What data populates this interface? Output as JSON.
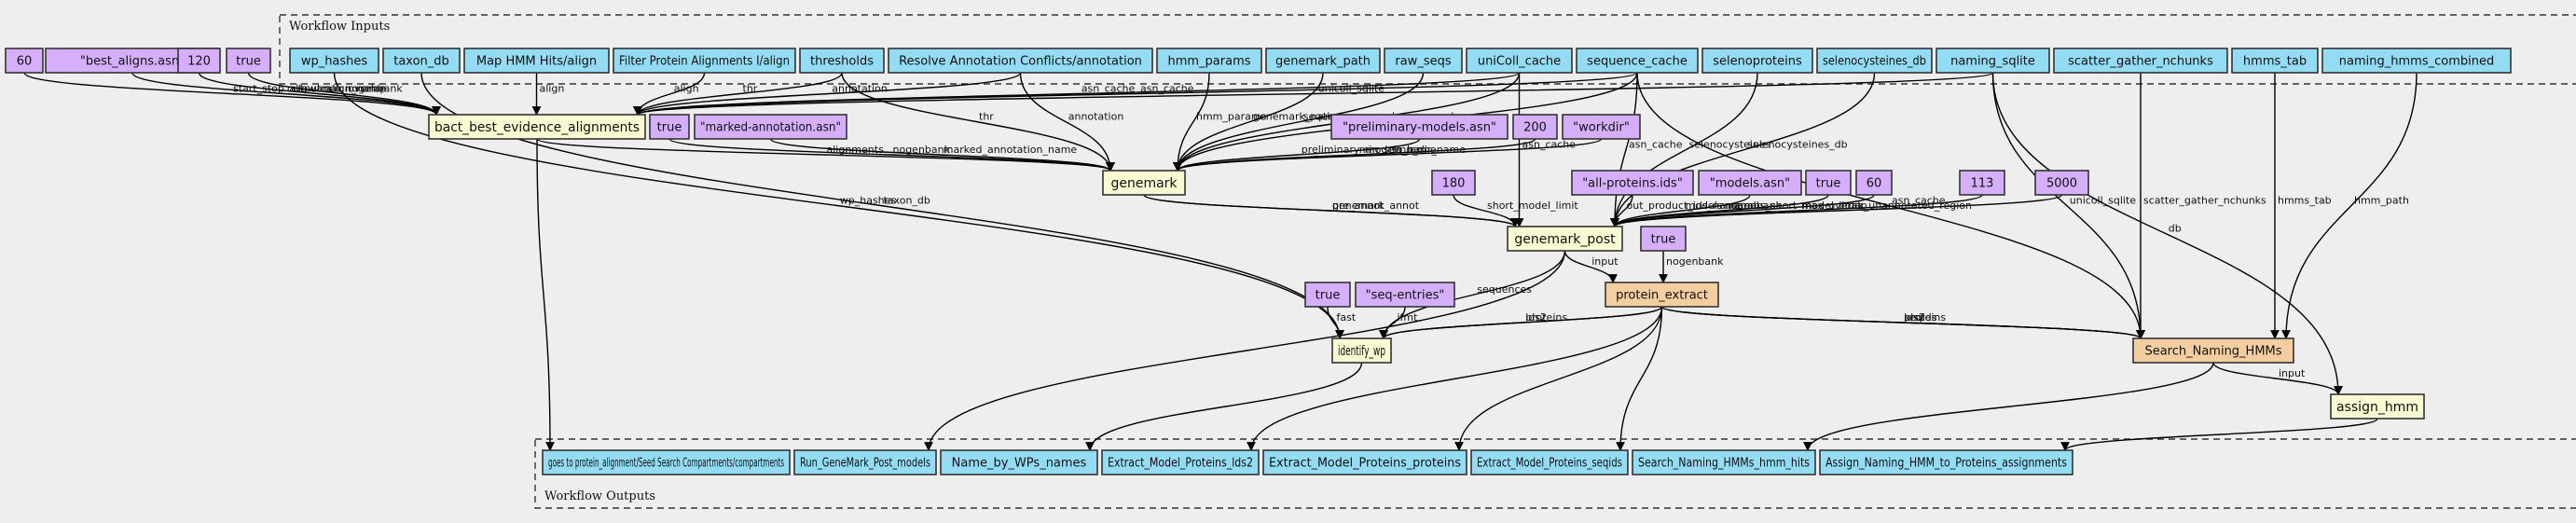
{
  "clusters": {
    "inputs": {
      "label": "Workflow Inputs"
    },
    "outputs": {
      "label": "Workflow Outputs"
    }
  },
  "colors": {
    "input": "#94dcf3",
    "const": "#d5aefc",
    "step": "#fafad2",
    "subworkflow": "#f3cea1",
    "output": "#94dcf3"
  },
  "nodes": [
    {
      "id": "c60a",
      "label": "60",
      "kind": "const"
    },
    {
      "id": "cbest",
      "label": "\"best_aligns.asn\"",
      "kind": "const"
    },
    {
      "id": "c120",
      "label": "120",
      "kind": "const"
    },
    {
      "id": "ctrue1",
      "label": "true",
      "kind": "const"
    },
    {
      "id": "wp_hashes",
      "label": "wp_hashes",
      "kind": "input"
    },
    {
      "id": "taxon_db",
      "label": "taxon_db",
      "kind": "input"
    },
    {
      "id": "maphmm",
      "label": "Map HMM Hits/align",
      "kind": "input"
    },
    {
      "id": "filterprot",
      "label": "Filter Protein Alignments I/align",
      "kind": "input"
    },
    {
      "id": "thresholds",
      "label": "thresholds",
      "kind": "input"
    },
    {
      "id": "resolve",
      "label": "Resolve Annotation Conflicts/annotation",
      "kind": "input"
    },
    {
      "id": "hmm_params",
      "label": "hmm_params",
      "kind": "input"
    },
    {
      "id": "genemark_path",
      "label": "genemark_path",
      "kind": "input"
    },
    {
      "id": "raw_seqs",
      "label": "raw_seqs",
      "kind": "input"
    },
    {
      "id": "uniColl_cache",
      "label": "uniColl_cache",
      "kind": "input"
    },
    {
      "id": "sequence_cache",
      "label": "sequence_cache",
      "kind": "input"
    },
    {
      "id": "selenoproteins",
      "label": "selenoproteins",
      "kind": "input"
    },
    {
      "id": "selenocysteines_db",
      "label": "selenocysteines_db",
      "kind": "input"
    },
    {
      "id": "naming_sqlite",
      "label": "naming_sqlite",
      "kind": "input"
    },
    {
      "id": "scatter",
      "label": "scatter_gather_nchunks",
      "kind": "input"
    },
    {
      "id": "hmms_tab",
      "label": "hmms_tab",
      "kind": "input"
    },
    {
      "id": "naming_hmms_combined",
      "label": "naming_hmms_combined",
      "kind": "input"
    },
    {
      "id": "bact",
      "label": "bact_best_evidence_alignments",
      "kind": "step"
    },
    {
      "id": "ctrue2",
      "label": "true",
      "kind": "const"
    },
    {
      "id": "cmarked",
      "label": "\"marked-annotation.asn\"",
      "kind": "const"
    },
    {
      "id": "cprelim",
      "label": "\"preliminary-models.asn\"",
      "kind": "const"
    },
    {
      "id": "c200",
      "label": "200",
      "kind": "const"
    },
    {
      "id": "cworkdir",
      "label": "\"workdir\"",
      "kind": "const"
    },
    {
      "id": "genemark",
      "label": "genemark",
      "kind": "step"
    },
    {
      "id": "c180",
      "label": "180",
      "kind": "const"
    },
    {
      "id": "callprot",
      "label": "\"all-proteins.ids\"",
      "kind": "const"
    },
    {
      "id": "cmodels",
      "label": "\"models.asn\"",
      "kind": "const"
    },
    {
      "id": "ctrue3",
      "label": "true",
      "kind": "const"
    },
    {
      "id": "c60b",
      "label": "60",
      "kind": "const"
    },
    {
      "id": "c113",
      "label": "113",
      "kind": "const"
    },
    {
      "id": "c5000",
      "label": "5000",
      "kind": "const"
    },
    {
      "id": "genemark_post",
      "label": "genemark_post",
      "kind": "step"
    },
    {
      "id": "ctrue4",
      "label": "true",
      "kind": "const"
    },
    {
      "id": "protein_extract",
      "label": "protein_extract",
      "kind": "subworkflow"
    },
    {
      "id": "ctrue5",
      "label": "true",
      "kind": "const"
    },
    {
      "id": "cseqentries",
      "label": "\"seq-entries\"",
      "kind": "const"
    },
    {
      "id": "identify_wp",
      "label": "identify_wp",
      "kind": "step"
    },
    {
      "id": "search_hmms",
      "label": "Search_Naming_HMMs",
      "kind": "subworkflow"
    },
    {
      "id": "assign_hmm",
      "label": "assign_hmm",
      "kind": "step"
    },
    {
      "id": "o_goes",
      "label": "goes to protein_alignment/Seed Search Compartments/compartments",
      "kind": "output"
    },
    {
      "id": "o_run",
      "label": "Run_GeneMark_Post_models",
      "kind": "output"
    },
    {
      "id": "o_name",
      "label": "Name_by_WPs_names",
      "kind": "output"
    },
    {
      "id": "o_lds2",
      "label": "Extract_Model_Proteins_lds2",
      "kind": "output"
    },
    {
      "id": "o_prot",
      "label": "Extract_Model_Proteins_proteins",
      "kind": "output"
    },
    {
      "id": "o_seqids",
      "label": "Extract_Model_Proteins_seqids",
      "kind": "output"
    },
    {
      "id": "o_hits",
      "label": "Search_Naming_HMMs_hmm_hits",
      "kind": "output"
    },
    {
      "id": "o_assign",
      "label": "Assign_Naming_HMM_to_Proteins_assignments",
      "kind": "output"
    }
  ],
  "edges": [
    {
      "from": "c60a",
      "to": "bact",
      "label": "start_stop_allowance"
    },
    {
      "from": "cbest",
      "to": "bact",
      "label": "output_align_name"
    },
    {
      "from": "c120",
      "to": "bact",
      "label": "max_overlap"
    },
    {
      "from": "ctrue1",
      "to": "bact",
      "label": "nogenbank"
    },
    {
      "from": "maphmm",
      "to": "bact",
      "label": "align"
    },
    {
      "from": "filterprot",
      "to": "bact",
      "label": "align"
    },
    {
      "from": "thresholds",
      "to": "bact",
      "label": "thr"
    },
    {
      "from": "resolve",
      "to": "bact",
      "label": "annotation"
    },
    {
      "from": "sequence_cache",
      "to": "bact",
      "label": "asn_cache"
    },
    {
      "from": "uniColl_cache",
      "to": "bact",
      "label": "asn_cache"
    },
    {
      "from": "naming_sqlite",
      "to": "bact",
      "label": "unicoll_sqlite"
    },
    {
      "from": "bact",
      "to": "genemark",
      "label": "alignments"
    },
    {
      "from": "ctrue2",
      "to": "genemark",
      "label": "nogenbank"
    },
    {
      "from": "cmarked",
      "to": "genemark",
      "label": "marked_annotation_name"
    },
    {
      "from": "thresholds",
      "to": "genemark",
      "label": "thr"
    },
    {
      "from": "resolve",
      "to": "genemark",
      "label": "annotation"
    },
    {
      "from": "hmm_params",
      "to": "genemark",
      "label": "hmm_params"
    },
    {
      "from": "genemark_path",
      "to": "genemark",
      "label": "genemark_path"
    },
    {
      "from": "raw_seqs",
      "to": "genemark",
      "label": "sequences"
    },
    {
      "from": "uniColl_cache",
      "to": "genemark",
      "label": "asn_cache"
    },
    {
      "from": "sequence_cache",
      "to": "genemark",
      "label": "asn_cache"
    },
    {
      "from": "cprelim",
      "to": "genemark",
      "label": "preliminary_models_name"
    },
    {
      "from": "c200",
      "to": "genemark",
      "label": "min_seq_len"
    },
    {
      "from": "cworkdir",
      "to": "genemark",
      "label": "tmp_dir_name"
    },
    {
      "from": "genemark",
      "to": "genemark_post",
      "label": "pre_annot"
    },
    {
      "from": "genemark",
      "to": "genemark_post",
      "label": "genemark_annot"
    },
    {
      "from": "c180",
      "to": "genemark_post",
      "label": "short_model_limit"
    },
    {
      "from": "uniColl_cache",
      "to": "genemark_post",
      "label": "asn_cache"
    },
    {
      "from": "sequence_cache",
      "to": "genemark_post",
      "label": "asn_cache"
    },
    {
      "from": "callprot",
      "to": "genemark_post",
      "label": "out_product_ids_name"
    },
    {
      "from": "cmodels",
      "to": "genemark_post",
      "label": "models_name"
    },
    {
      "from": "ctrue3",
      "to": "genemark_post",
      "label": "nogenbank"
    },
    {
      "from": "c60b",
      "to": "genemark_post",
      "label": "abs_short_model_limit"
    },
    {
      "from": "c113",
      "to": "genemark_post",
      "label": "max_overlap"
    },
    {
      "from": "c5000",
      "to": "genemark_post",
      "label": "max_unannotated_region"
    },
    {
      "from": "selenoproteins",
      "to": "genemark_post",
      "label": "selenocysteines"
    },
    {
      "from": "selenocysteines_db",
      "to": "genemark_post",
      "label": "selenocysteines_db"
    },
    {
      "from": "genemark_post",
      "to": "protein_extract",
      "label": "input"
    },
    {
      "from": "ctrue4",
      "to": "protein_extract",
      "label": "nogenbank"
    },
    {
      "from": "genemark_post",
      "to": "identify_wp",
      "label": "sequences"
    },
    {
      "from": "ctrue5",
      "to": "identify_wp",
      "label": "fast"
    },
    {
      "from": "cseqentries",
      "to": "identify_wp",
      "label": "ifmt"
    },
    {
      "from": "protein_extract",
      "to": "identify_wp",
      "label": "proteins"
    },
    {
      "from": "protein_extract",
      "to": "identify_wp",
      "label": "lds2"
    },
    {
      "from": "wp_hashes",
      "to": "identify_wp",
      "label": "wp_hashes"
    },
    {
      "from": "taxon_db",
      "to": "identify_wp",
      "label": "taxon_db"
    },
    {
      "from": "protein_extract",
      "to": "search_hmms",
      "label": "lds2"
    },
    {
      "from": "protein_extract",
      "to": "search_hmms",
      "label": "seqids"
    },
    {
      "from": "protein_extract",
      "to": "search_hmms",
      "label": "proteins"
    },
    {
      "from": "sequence_cache",
      "to": "search_hmms",
      "label": "asn_cache"
    },
    {
      "from": "scatter",
      "to": "search_hmms",
      "label": "scatter_gather_nchunks"
    },
    {
      "from": "hmms_tab",
      "to": "search_hmms",
      "label": "hmms_tab"
    },
    {
      "from": "naming_hmms_combined",
      "to": "search_hmms",
      "label": "hmm_path"
    },
    {
      "from": "naming_sqlite",
      "to": "search_hmms",
      "label": "unicoll_sqlite"
    },
    {
      "from": "search_hmms",
      "to": "assign_hmm",
      "label": "input"
    },
    {
      "from": "naming_sqlite",
      "to": "assign_hmm",
      "label": "db"
    },
    {
      "from": "bact",
      "to": "o_goes",
      "label": ""
    },
    {
      "from": "genemark_post",
      "to": "o_run",
      "label": ""
    },
    {
      "from": "identify_wp",
      "to": "o_name",
      "label": ""
    },
    {
      "from": "protein_extract",
      "to": "o_lds2",
      "label": ""
    },
    {
      "from": "protein_extract",
      "to": "o_prot",
      "label": ""
    },
    {
      "from": "protein_extract",
      "to": "o_seqids",
      "label": ""
    },
    {
      "from": "search_hmms",
      "to": "o_hits",
      "label": ""
    },
    {
      "from": "assign_hmm",
      "to": "o_assign",
      "label": ""
    }
  ]
}
